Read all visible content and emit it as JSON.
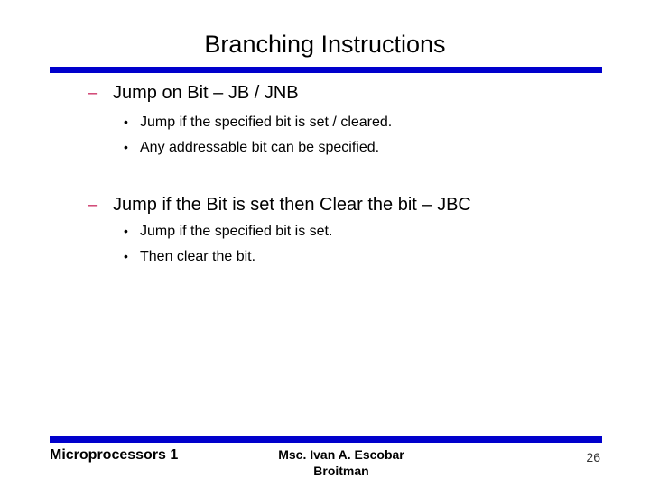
{
  "slide": {
    "title": "Branching Instructions",
    "accent_color": "#0000CC",
    "dash_color": "#CC3366",
    "markers": {
      "dash": "–",
      "dot": "•"
    },
    "bullets": [
      {
        "label": "Jump on Bit – JB / JNB",
        "sub": [
          "Jump if the specified bit is set / cleared.",
          "Any addressable bit can be specified."
        ]
      },
      {
        "label": "Jump if the Bit is set then Clear the bit – JBC",
        "sub": [
          "Jump if the specified bit is set.",
          "Then clear the bit."
        ]
      }
    ],
    "footer": {
      "left": "Microprocessors 1",
      "center_line1": "Msc. Ivan A. Escobar",
      "center_line2": "Broitman",
      "page_number": "26"
    }
  }
}
